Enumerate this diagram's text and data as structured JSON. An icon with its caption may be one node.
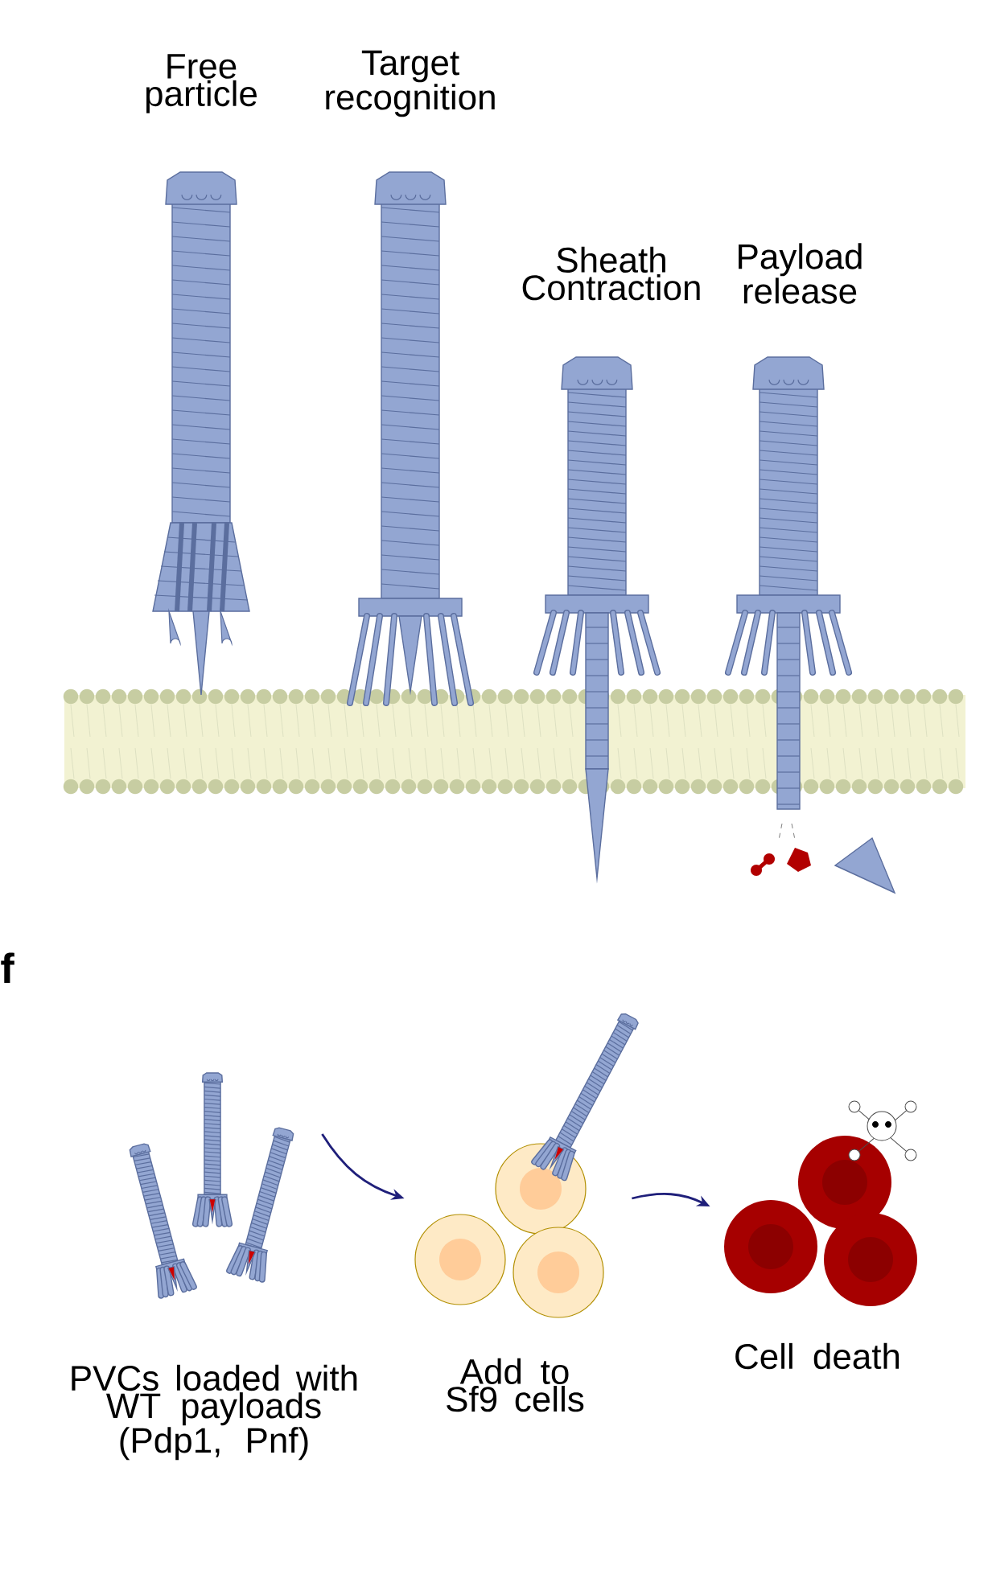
{
  "diagram": {
    "nodes": [
      {
        "text": [
          "PVCs loaded with WT payloads (Pdp1, Pnf)"
        ]
      },
      {
        "text": [
          "Add to Sf9 cells"
        ]
      },
      {
        "text": [
          "Cell death"
        ]
      }
    ],
    "edges": [
      {
        "from": 0,
        "to": 1,
        "arrow": "to"
      },
      {
        "from": 1,
        "to": 2,
        "arrow": "to"
      }
    ],
    "labels": [
      "Free particle",
      "Target recognition",
      "Sheath Contraction",
      "Payload release",
      "f"
    ]
  }
}
